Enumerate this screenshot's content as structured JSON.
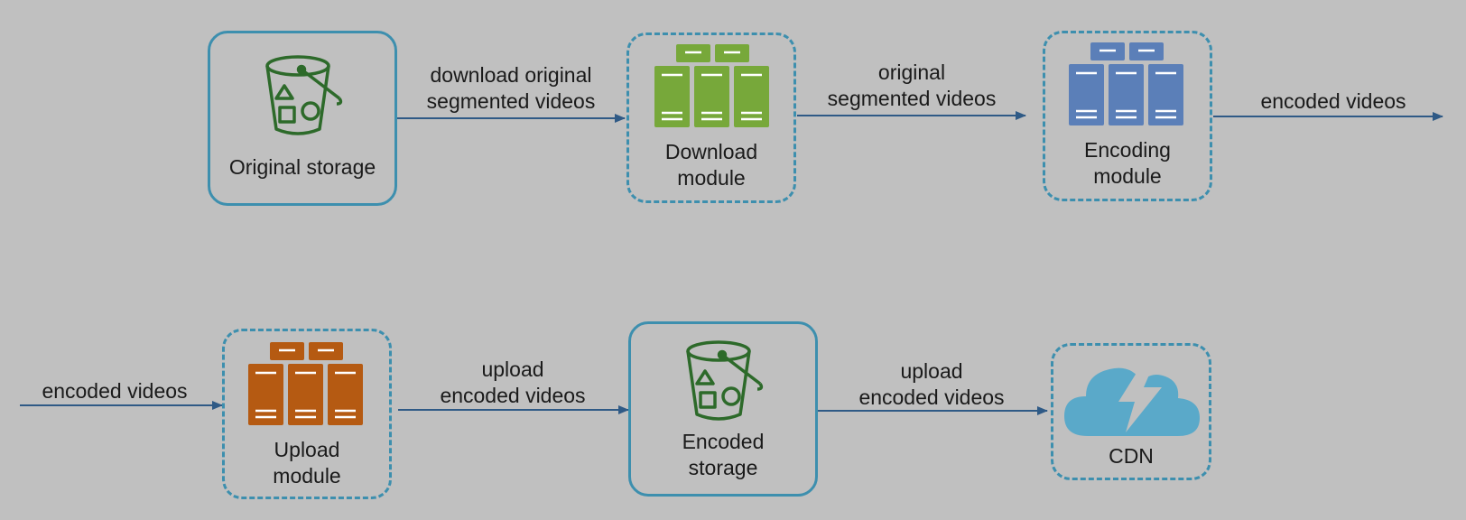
{
  "nodes": {
    "original_storage": "Original storage",
    "download_module": "Download\nmodule",
    "encoding_module": "Encoding\nmodule",
    "upload_module": "Upload\nmodule",
    "encoded_storage": "Encoded\nstorage",
    "cdn": "CDN"
  },
  "edges": {
    "download": "download original\nsegmented videos",
    "original": "original\nsegmented videos",
    "encoded_out": "encoded videos",
    "encoded_in": "encoded videos",
    "upload_to_storage": "upload\nencoded videos",
    "upload_to_cdn": "upload\nencoded videos"
  },
  "colors": {
    "border": "#3d8fae",
    "arrow": "#2f5a86",
    "bucket": "#2d6a2a",
    "download_server": "#77a83a",
    "encoding_server": "#5b7fb8",
    "upload_server": "#b55a12",
    "cdn_cloud": "#5aa9c9"
  },
  "icons": {
    "original_storage": "bucket-icon",
    "download_module": "server-rack-icon",
    "encoding_module": "server-rack-icon",
    "upload_module": "server-rack-icon",
    "encoded_storage": "bucket-icon",
    "cdn": "cloud-lightning-icon"
  }
}
